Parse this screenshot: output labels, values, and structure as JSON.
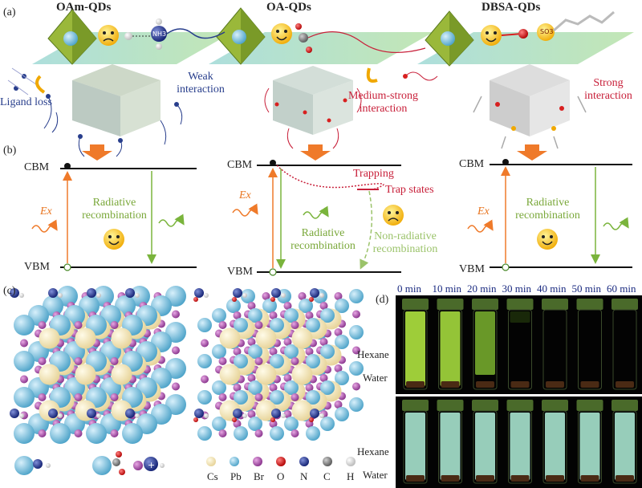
{
  "panels": {
    "a": "(a)",
    "b": "(b)",
    "c": "(c)",
    "d": "(d)"
  },
  "top": {
    "oam_title": "OAm-QDs",
    "oa_title": "OA-QDs",
    "dbsa_title": "DBSA-QDs",
    "ligand_loss": "Ligand loss",
    "weak_interaction": [
      "Weak",
      "interaction"
    ],
    "medium_interaction": [
      "Medium-strong",
      "interaction"
    ],
    "strong_interaction": [
      "Strong",
      "interaction"
    ],
    "nh3_label": "NH3",
    "so3_label": "SO3"
  },
  "bands": {
    "cbm": "CBM",
    "vbm": "VBM",
    "ex": "Ex",
    "radiative": [
      "Radiative",
      "recombination"
    ],
    "trapping": "Trapping",
    "trap_states": "Trap states",
    "non_radiative": [
      "Non-radiative",
      "recombination"
    ]
  },
  "legend": {
    "elements": [
      "Cs",
      "Pb",
      "Br",
      "O",
      "N",
      "C",
      "H"
    ],
    "colors": {
      "Cs": "#f4e6b4",
      "Pb": "#6fb8d8",
      "Br": "#a04c9c",
      "O": "#d82020",
      "N": "#1c2f8a",
      "C": "#7a7a7a",
      "H": "#f2f2f2"
    }
  },
  "photo": {
    "times": [
      "0 min",
      "10 min",
      "20 min",
      "30 min",
      "40 min",
      "50 min",
      "60 min"
    ],
    "hexane": "Hexane",
    "water": "Water"
  },
  "palette": {
    "arrow_orange": "#ef7a2a",
    "emission_green": "#7ab43c",
    "trap_red": "#c8203a",
    "band_line": "#111111"
  }
}
